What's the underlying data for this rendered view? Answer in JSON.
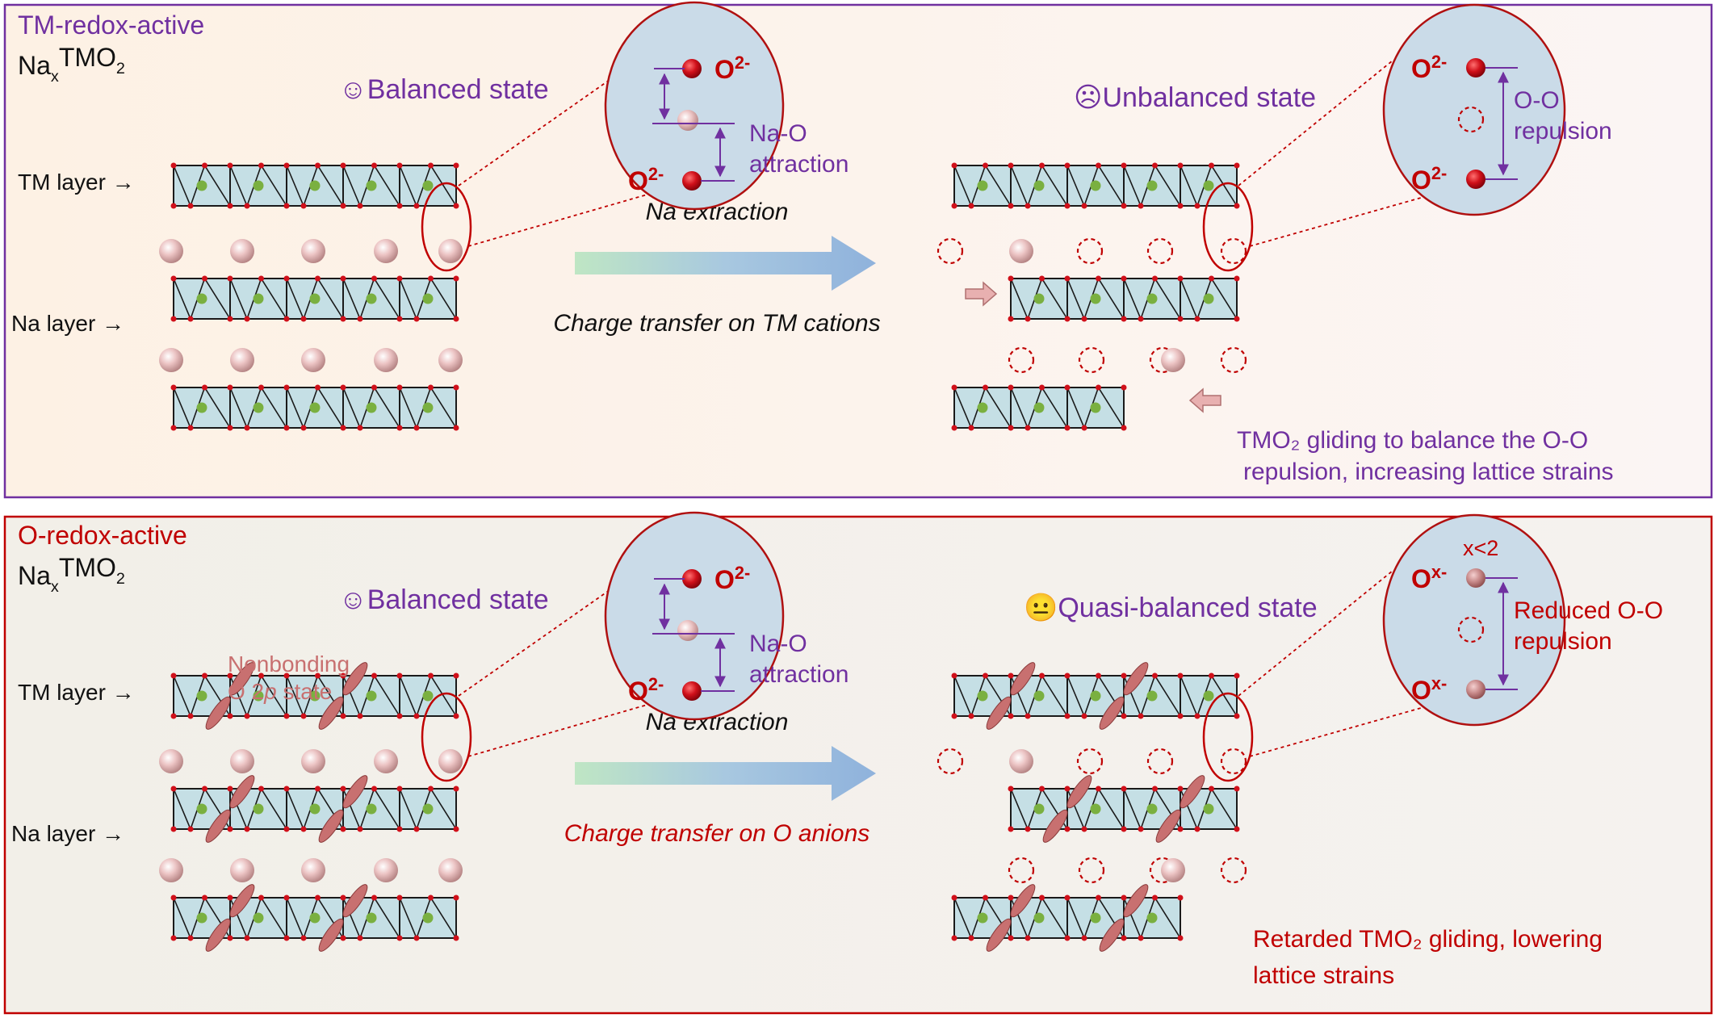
{
  "panels": [
    {
      "title": "TM-redox-active",
      "formula": {
        "base": "Na",
        "sub": "x",
        "rest": "TMO",
        "sub2": "2"
      },
      "tm_layer_label": "TM layer →",
      "na_layer_label": "Na layer →",
      "balanced": {
        "face": "☺",
        "label": "Balanced state"
      },
      "after": {
        "face": "☹",
        "label": "Unbalanced state"
      },
      "zoom_left": {
        "o_text": "O",
        "o_sup": "2-",
        "relation": [
          "Na-O",
          "attraction"
        ]
      },
      "zoom_right": {
        "o_text": "O",
        "o_sup": "2-",
        "relation": [
          "O-O",
          "repulsion"
        ]
      },
      "arrow_top": "Na extraction",
      "arrow_bottom": "Charge transfer on TM cations",
      "note": [
        "TMO₂ gliding to balance the O-O",
        "repulsion, increasing lattice strains"
      ]
    },
    {
      "title": "O-redox-active",
      "formula": {
        "base": "Na",
        "sub": "x",
        "rest": "TMO",
        "sub2": "2"
      },
      "tm_layer_label": "TM layer →",
      "na_layer_label": "Na layer →",
      "balanced": {
        "face": "☺",
        "label": "Balanced state"
      },
      "after": {
        "face": "😐",
        "label": "Quasi-balanced state"
      },
      "nonbonding": [
        "Nonbonding",
        "O 2p state"
      ],
      "zoom_left": {
        "o_text": "O",
        "o_sup": "2-",
        "relation": [
          "Na-O",
          "attraction"
        ]
      },
      "zoom_right": {
        "o_text": "O",
        "o_sup": "x-",
        "x_note": "x<2",
        "relation": [
          "Reduced O-O",
          "repulsion"
        ]
      },
      "arrow_top": "Na extraction",
      "arrow_bottom": "Charge transfer on O anions",
      "note": [
        "Retarded TMO₂ gliding, lowering",
        "lattice strains"
      ]
    }
  ],
  "colors": {
    "purple": "#7030a0",
    "red": "#c00000",
    "oxygen": "#d0101a",
    "sodium": "#e8b8b8",
    "tm_fill": "#c5dfe5",
    "tm_dot": "#7ab040",
    "lobe": "#c87070"
  }
}
